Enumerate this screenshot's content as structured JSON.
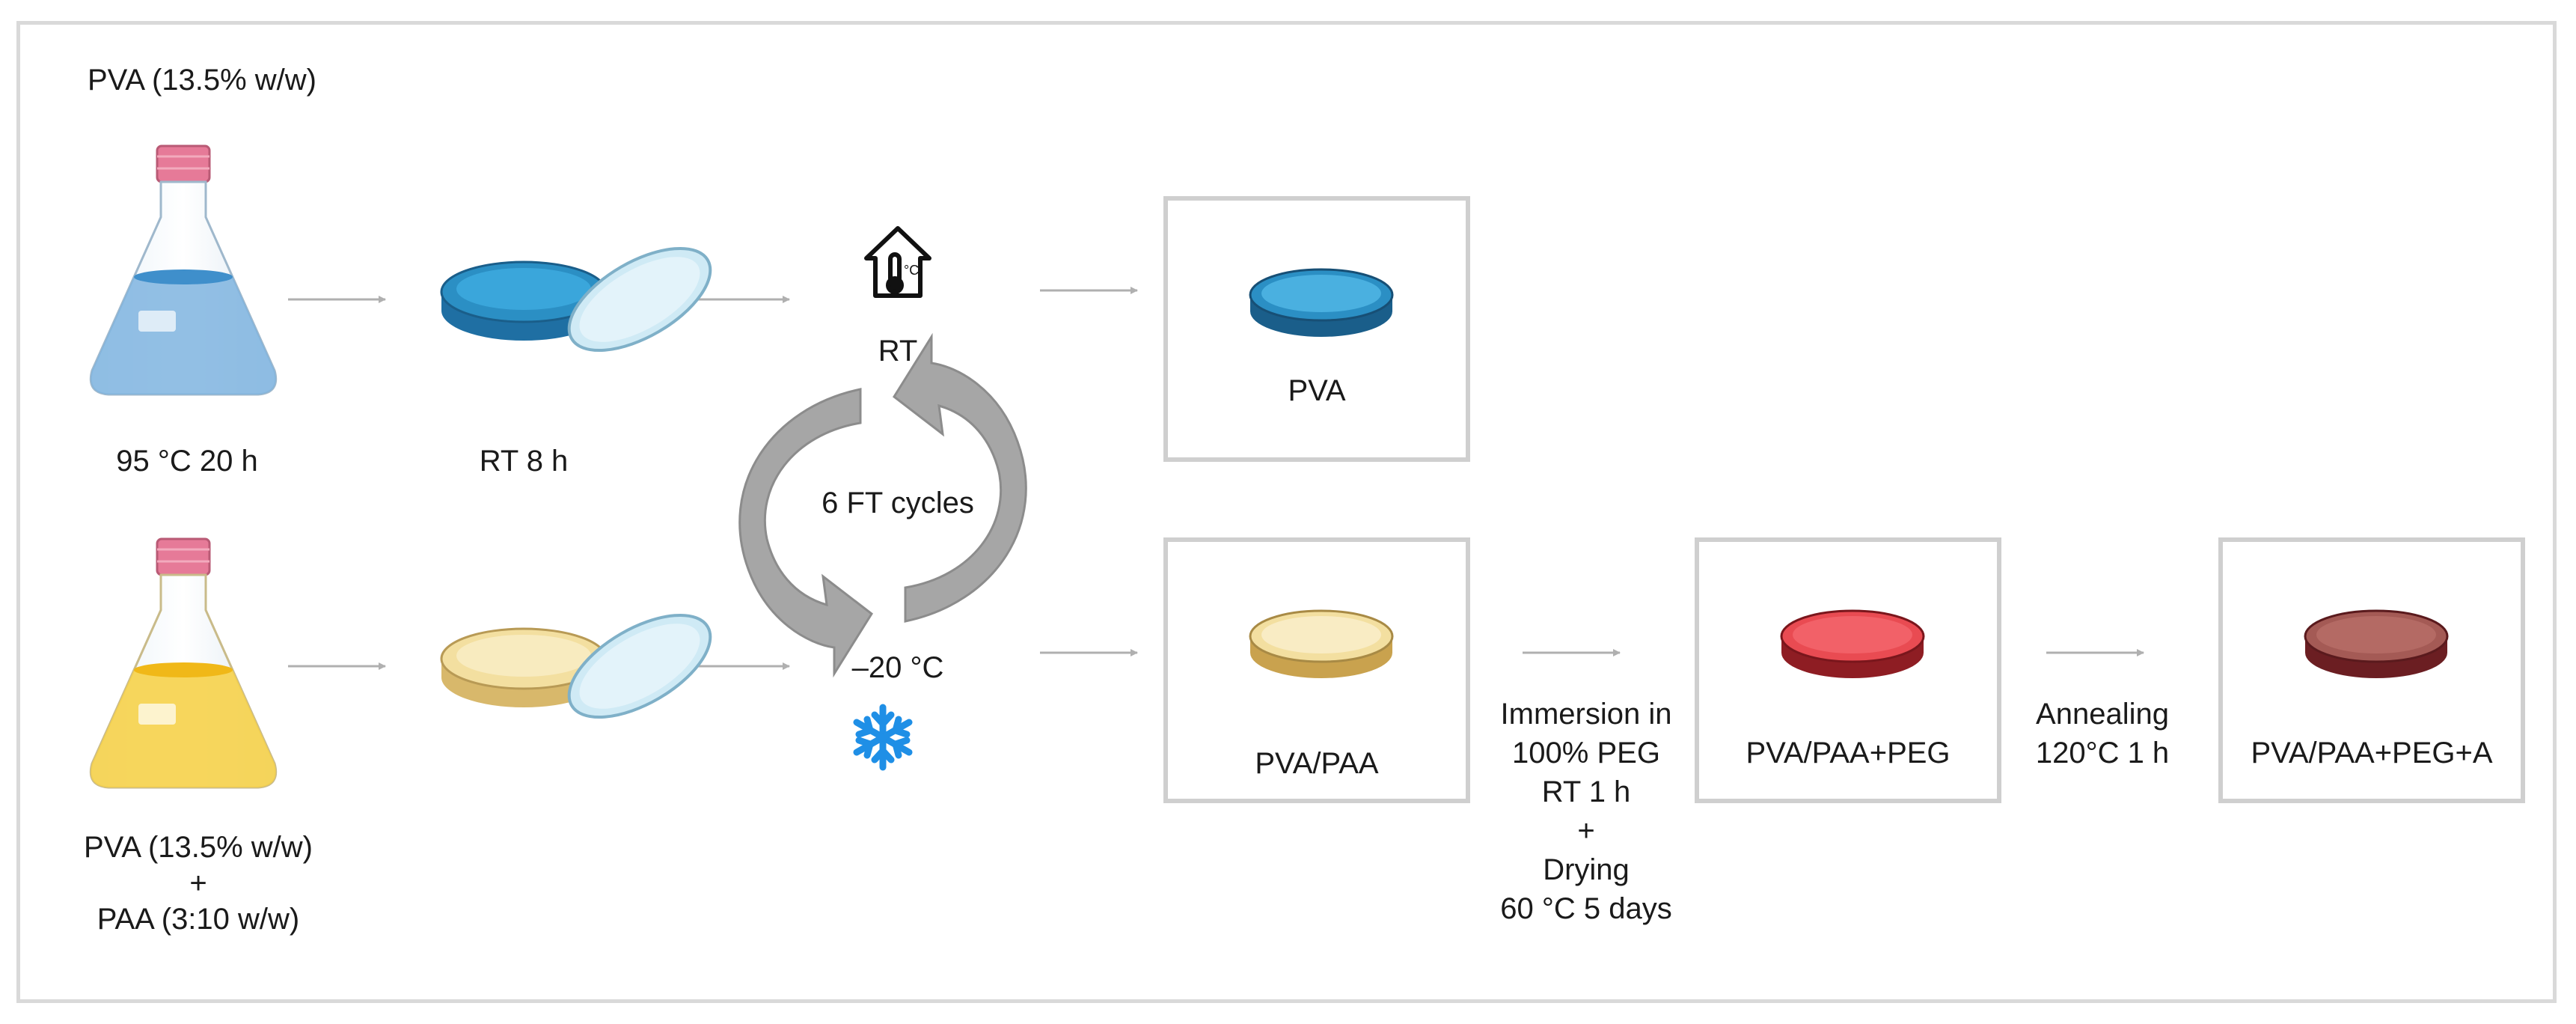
{
  "top_flask_label": "PVA (13.5% w/w)",
  "top_flask_condition": "95 °C 20 h",
  "top_dish_condition": "RT 8 h",
  "rt_label": "RT",
  "cycle_label": "6 FT cycles",
  "freeze_label": "–20 °C",
  "bottom_flask_label": [
    "PVA (13.5% w/w)",
    "+",
    "PAA (3:10 w/w)"
  ],
  "product_pva": "PVA",
  "product_pva_paa": "PVA/PAA",
  "immersion_step": [
    "Immersion in",
    "100% PEG",
    "RT 1 h",
    "+",
    "Drying",
    "60 °C 5 days"
  ],
  "product_pva_paa_peg": "PVA/PAA+PEG",
  "annealing_step": [
    "Annealing",
    "120°C 1 h"
  ],
  "product_pva_paa_peg_a": "PVA/PAA+PEG+A",
  "colors": {
    "pva_blue": "#2b8fc4",
    "pva_paa_yellow": "#f3dfa0",
    "peg_red": "#e94b52",
    "annealed_brown": "#a45a55",
    "snowflake": "#1f8fe6",
    "arrow_gray": "#b0b0b0",
    "cycle_gray": "#a6a6a6"
  },
  "icons": [
    "house-thermometer-icon",
    "snowflake-icon",
    "cycle-arrows-icon",
    "flask-icon",
    "petri-dish-icon"
  ]
}
